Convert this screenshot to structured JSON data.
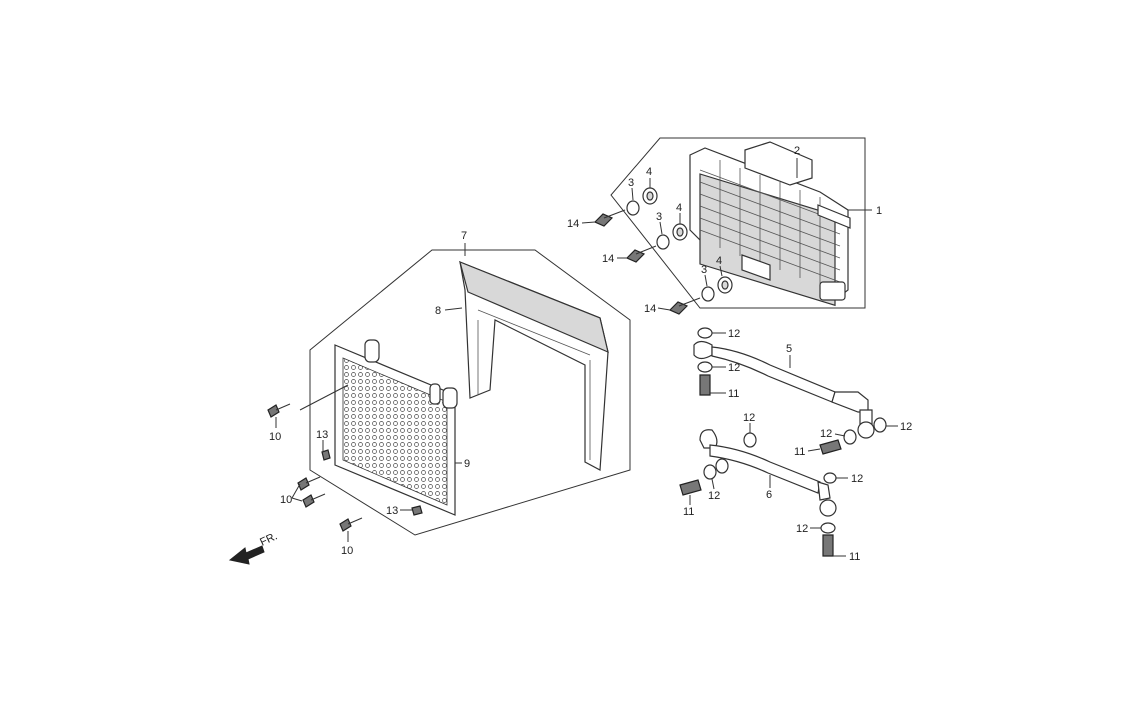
{
  "diagram": {
    "callouts": {
      "c1": "1",
      "c2": "2",
      "c3a": "3",
      "c3b": "3",
      "c3c": "3",
      "c4a": "4",
      "c4b": "4",
      "c4c": "4",
      "c5": "5",
      "c6": "6",
      "c7": "7",
      "c8": "8",
      "c9": "9",
      "c10a": "10",
      "c10b": "10",
      "c10c": "10",
      "c11a": "11",
      "c11b": "11",
      "c11c": "11",
      "c11d": "11",
      "c12a": "12",
      "c12b": "12",
      "c12c": "12",
      "c12d": "12",
      "c12e": "12",
      "c12f": "12",
      "c12g": "12",
      "c12h": "12",
      "c13a": "13",
      "c13b": "13",
      "c14a": "14",
      "c14b": "14",
      "c14c": "14"
    },
    "front_indicator": "FR.",
    "colors": {
      "line": "#333333",
      "background": "#ffffff",
      "shade": "#d8d8d8"
    }
  }
}
